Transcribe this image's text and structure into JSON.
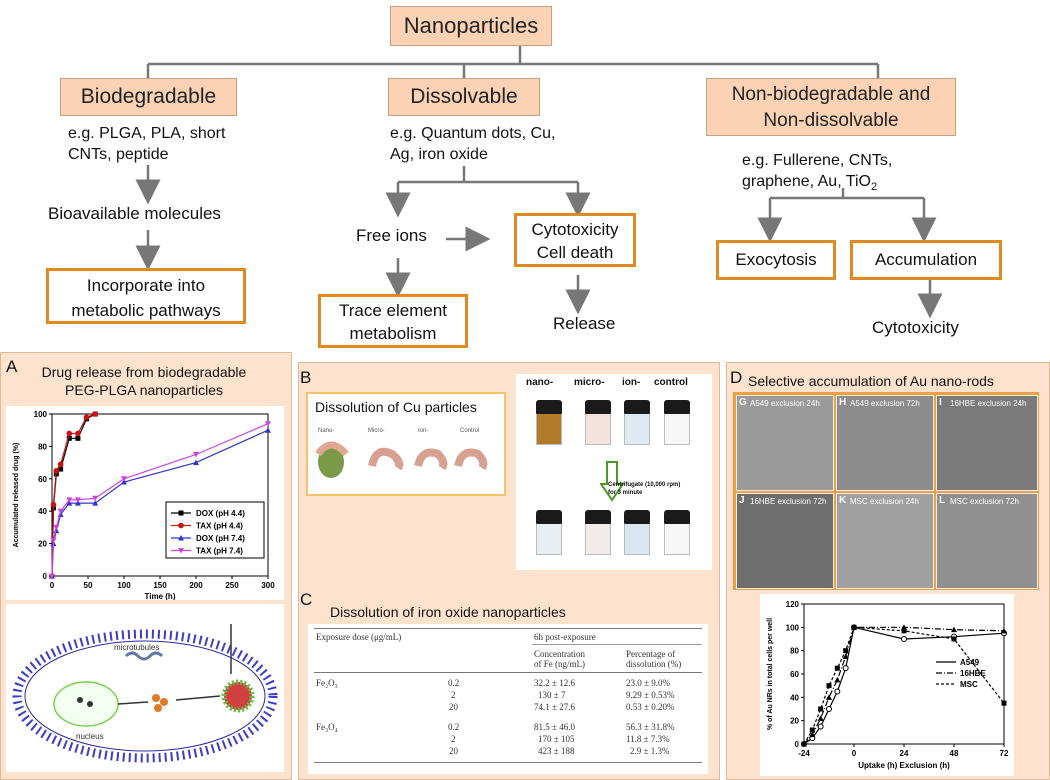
{
  "title": "Nanoparticles",
  "categories": [
    {
      "label": "Biodegradable",
      "examples": [
        "e.g. PLGA, PLA, short",
        "CNTs, peptide"
      ]
    },
    {
      "label": "Dissolvable",
      "examples": [
        "e.g. Quantum dots, Cu,",
        "Ag, iron oxide"
      ]
    },
    {
      "label_lines": [
        "Non-biodegradable and",
        "Non-dissolvable"
      ],
      "examples": [
        "e.g. Fullerene, CNTs,",
        "graphene, Au, TiO"
      ],
      "subscript": "2"
    }
  ],
  "flow": {
    "bioavailable": "Bioavailable molecules",
    "incorporate": [
      "Incorporate into",
      "metabolic pathways"
    ],
    "free_ions": "Free ions",
    "cytotoxicity_cell_death": [
      "Cytotoxicity",
      "Cell death"
    ],
    "trace_element": [
      "Trace element",
      "metabolism"
    ],
    "release": "Release",
    "exocytosis": "Exocytosis",
    "accumulation": "Accumulation",
    "cytotoxicity": "Cytotoxicity"
  },
  "panel_a": {
    "letter": "A",
    "title_lines": [
      "Drug release from biodegradable",
      "PEG-PLGA nanoparticles"
    ],
    "cell_labels": {
      "microtubules": "microtubules",
      "nucleus": "nucleus"
    }
  },
  "panel_b": {
    "letter": "B",
    "title": "Dissolution of Cu particles",
    "photo_labels": [
      "Nano-",
      "Micro-",
      "Ion-",
      "Control"
    ],
    "vial_labels": [
      "nano-",
      "micro-",
      "ion-",
      "control"
    ],
    "centrifuge": [
      "Centrifugate (10,000 rpm)",
      "for 3 minute"
    ]
  },
  "panel_c": {
    "letter": "C",
    "title": "Dissolution of iron oxide nanoparticles",
    "table": {
      "col_dose": "Exposure dose (μg/mL)",
      "col_post": "6h post-exposure",
      "col_conc": [
        "Concentration",
        "of Fe (ng/mL)"
      ],
      "col_pct": [
        "Percentage of",
        "dissolution (%)"
      ],
      "rows": [
        {
          "material": "Fe₂O₃",
          "dose": "0.2",
          "conc": "32.2 ± 12.6",
          "pct": "23.0 ± 9.0%"
        },
        {
          "material": "",
          "dose": "2",
          "conc": "130 ± 7",
          "pct": "9.29 ± 0.53%"
        },
        {
          "material": "",
          "dose": "20",
          "conc": "74.1 ± 27.6",
          "pct": "0.53 ± 0.20%"
        },
        {
          "material": "Fe₃O₄",
          "dose": "0.2",
          "conc": "81.5 ± 46.0",
          "pct": "56.3 ± 31.8%"
        },
        {
          "material": "",
          "dose": "2",
          "conc": "170 ± 105",
          "pct": "11.8 ± 7.3%"
        },
        {
          "material": "",
          "dose": "20",
          "conc": "423 ± 188",
          "pct": "2.9 ± 1.3%"
        }
      ]
    }
  },
  "panel_d": {
    "letter": "D",
    "title": "Selective accumulation of Au nano-rods",
    "tem_letters": [
      "G",
      "H",
      "I",
      "J",
      "K",
      "L"
    ],
    "tem_captions": [
      "A549 exclusion 24h",
      "A549 exclusion 72h",
      "16HBE exclusion 24h",
      "16HBE exclusion 72h",
      "MSC exclusion 24h",
      "MSC exclusion 72h"
    ]
  },
  "chart_data": [
    {
      "type": "line",
      "xlabel": "Time (h)",
      "ylabel": "Accumulated released drug (%)",
      "xlim": [
        0,
        300
      ],
      "ylim": [
        0,
        100
      ],
      "xticks": [
        "0",
        "50",
        "100",
        "150",
        "200",
        "250",
        "300"
      ],
      "yticks": [
        "0",
        "20",
        "40",
        "60",
        "80",
        "100"
      ],
      "legend_position": "bottom-right",
      "series": [
        {
          "name": "DOX (pH 4.4)",
          "color": "#000000",
          "x": [
            0,
            2,
            6,
            12,
            24,
            36,
            48,
            60
          ],
          "y": [
            0,
            42,
            63,
            66,
            85,
            85,
            97,
            100
          ]
        },
        {
          "name": "TAX (pH 4.4)",
          "color": "#cc1111",
          "x": [
            0,
            2,
            6,
            12,
            24,
            36,
            48,
            60
          ],
          "y": [
            0,
            44,
            65,
            69,
            88,
            88,
            98,
            100
          ]
        },
        {
          "name": "DOX (pH 7.4)",
          "color": "#3333cc",
          "x": [
            0,
            2,
            6,
            12,
            24,
            36,
            60,
            100,
            200,
            300
          ],
          "y": [
            0,
            20,
            28,
            38,
            45,
            45,
            45,
            58,
            70,
            90
          ]
        },
        {
          "name": "TAX (pH 7.4)",
          "color": "#cc44dd",
          "x": [
            0,
            2,
            6,
            12,
            24,
            36,
            60,
            100,
            200,
            300
          ],
          "y": [
            0,
            22,
            30,
            40,
            47,
            47,
            48,
            60,
            75,
            94
          ]
        }
      ]
    },
    {
      "type": "line",
      "xlabel": "Uptake (h)        Exclusion (h)",
      "ylabel": "% of Au NRs in total cells per well",
      "xticks": [
        "-24",
        "0",
        "24",
        "48",
        "72"
      ],
      "yticks": [
        "0",
        "20",
        "40",
        "60",
        "80",
        "100",
        "120"
      ],
      "ylim": [
        0,
        120
      ],
      "legend_position": "right",
      "series": [
        {
          "name": "A549",
          "x": [
            -24,
            -20,
            -16,
            -12,
            -8,
            -4,
            0,
            24,
            48,
            72
          ],
          "y": [
            0,
            5,
            15,
            30,
            45,
            65,
            100,
            90,
            92,
            95
          ]
        },
        {
          "name": "16HBE",
          "x": [
            -24,
            -20,
            -16,
            -12,
            -8,
            -4,
            0,
            24,
            48,
            72
          ],
          "y": [
            0,
            8,
            22,
            40,
            55,
            75,
            100,
            100,
            98,
            97
          ]
        },
        {
          "name": "MSC",
          "x": [
            -24,
            -20,
            -16,
            -12,
            -8,
            -4,
            0,
            24,
            48,
            72
          ],
          "y": [
            0,
            12,
            30,
            50,
            65,
            80,
            100,
            97,
            90,
            35
          ]
        }
      ]
    }
  ]
}
